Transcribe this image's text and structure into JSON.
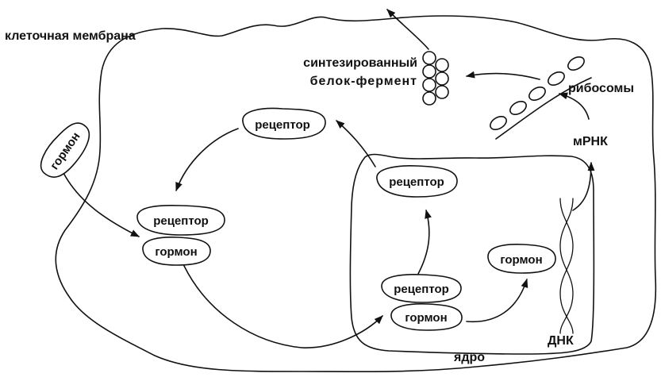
{
  "labels": {
    "membrane": "клеточная мембрана",
    "synth_line1": "синтезированный",
    "synth_line2": "белок-фермент",
    "ribosomes": "рибосомы",
    "mrna": "мРНК",
    "dna": "ДНК",
    "nucleus": "ядро"
  },
  "molecules": {
    "hormone": "гормон",
    "receptor": "рецептор"
  },
  "colors": {
    "ink": "#111111",
    "background": "#ffffff"
  }
}
